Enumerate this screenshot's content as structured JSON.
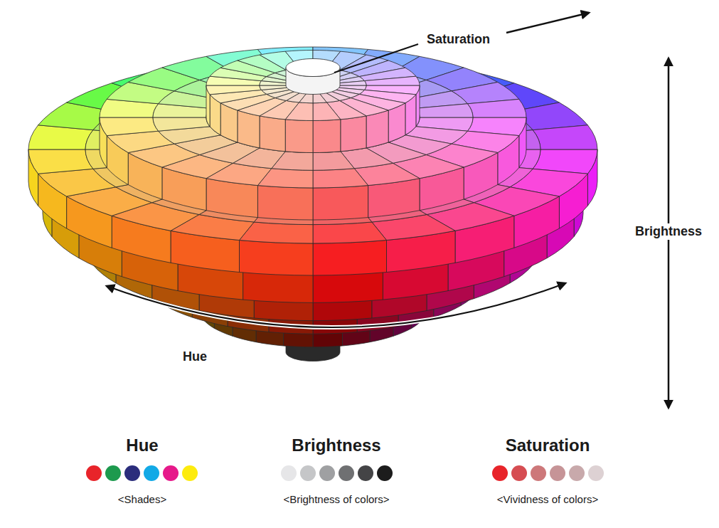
{
  "diagram": {
    "labels": [
      "Saturation",
      "Brightness",
      "Hue",
      "Hue",
      "Brightness",
      "Saturation",
      "<Shades>",
      "<Brightness of colors>",
      "<Vividness of colors>"
    ]
  }
}
